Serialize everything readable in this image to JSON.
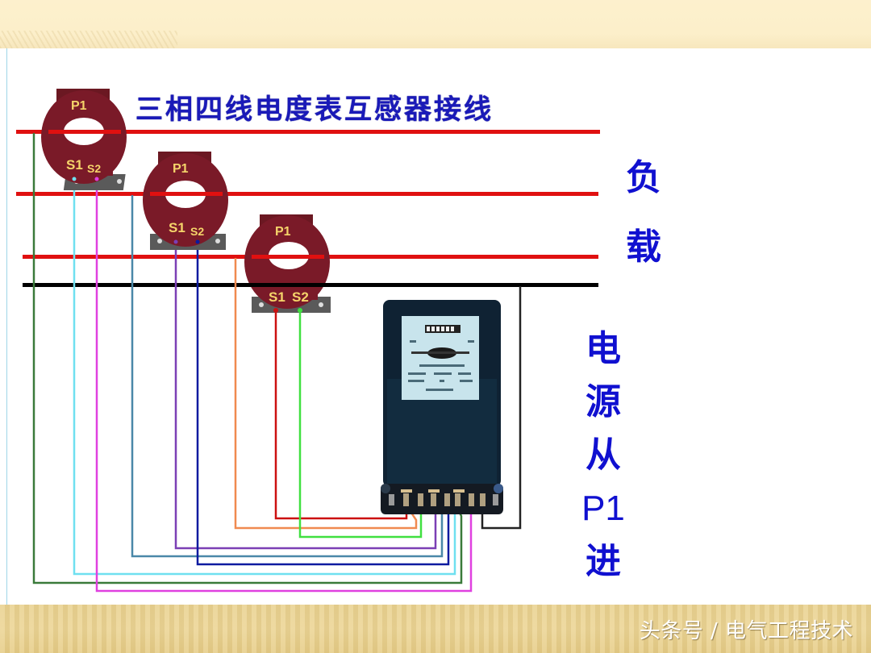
{
  "title": "三相四线电度表互感器接线",
  "load_label": [
    "负",
    "载"
  ],
  "source_label": [
    "电",
    "源",
    "从",
    "P1",
    "进"
  ],
  "watermark": "头条号 / 电气工程技术",
  "current_transformers": [
    {
      "id": "CT1",
      "primary_label": "P1",
      "secondary_labels": [
        "S1",
        "S2"
      ]
    },
    {
      "id": "CT2",
      "primary_label": "P1",
      "secondary_labels": [
        "S1",
        "S2"
      ]
    },
    {
      "id": "CT3",
      "primary_label": "P1",
      "secondary_labels": [
        "S1",
        "S2"
      ]
    }
  ],
  "bus_lines": [
    {
      "name": "phase-1",
      "color": "#e01010"
    },
    {
      "name": "phase-2",
      "color": "#e01010"
    },
    {
      "name": "phase-3",
      "color": "#e01010"
    },
    {
      "name": "neutral",
      "color": "#000000"
    }
  ],
  "wire_colors": {
    "ct1_voltage": "#2e7d32",
    "ct1_s1": "#6fe0f0",
    "ct1_s2": "#e040e0",
    "ct2_voltage": "#4a88a8",
    "ct2_s1": "#7b3fb5",
    "ct2_s2": "#0a1aa0",
    "ct3_voltage": "#f08a50",
    "ct3_s1": "#cc1010",
    "ct3_s2": "#40e040",
    "neutral": "#000000"
  },
  "meter": {
    "name": "three-phase-energy-meter"
  },
  "colors": {
    "title_blue": "#1a1ab8",
    "label_blue": "#1010d0",
    "ct_body": "#7a1a28",
    "ct_label": "#f5d46a",
    "top_band": "#fcefca",
    "bottom_band": "#e6cf8f"
  }
}
